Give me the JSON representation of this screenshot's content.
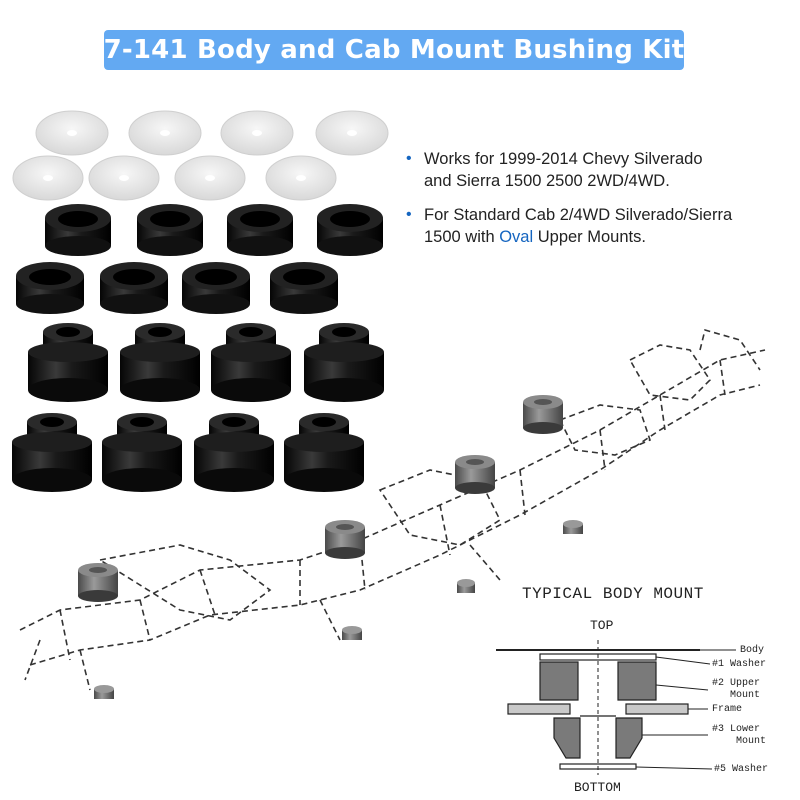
{
  "title": "7-141 Body and Cab Mount Bushing Kit",
  "features": [
    {
      "line1": "Works for 1999-2014 Chevy Silverado",
      "line2": "and Sierra 1500 2500 2WD/4WD."
    },
    {
      "line1": "For Standard Cab 2/4WD Silverado/Sierra",
      "line2_pre": "1500 with ",
      "line2_hl": "Oval",
      "line2_post": " Upper Mounts."
    }
  ],
  "bullet": "•",
  "accent_color": "#1565c0",
  "banner_color": "#63a9f2",
  "diagram": {
    "title": "TYPICAL BODY MOUNT",
    "top": "TOP",
    "bottom": "BOTTOM",
    "labels": {
      "body": "Body",
      "washer1": "#1 Washer",
      "upper_line1": "#2 Upper",
      "upper_line2": "Mount",
      "frame": "Frame",
      "lower_line1": "#3 Lower",
      "lower_line2": "Mount",
      "washer5": "#5 Washer"
    }
  }
}
